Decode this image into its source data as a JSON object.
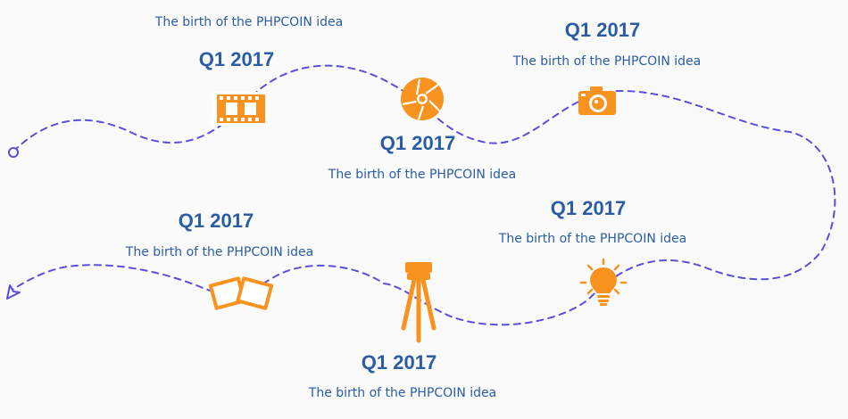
{
  "colors": {
    "path": "#5a4fdc",
    "icon": "#f7931e",
    "text": "#2a5da4",
    "background": "#fafafb"
  },
  "milestones": [
    {
      "date": "Q1 2017",
      "description": "The birth of the PHPCOIN idea",
      "icon": "film-strip-icon"
    },
    {
      "date": "Q1 2017",
      "description": "The birth of the PHPCOIN idea",
      "icon": "camera-aperture-icon"
    },
    {
      "date": "Q1 2017",
      "description": "The birth of the PHPCOIN idea",
      "icon": "photo-camera-icon"
    },
    {
      "date": "Q1 2017",
      "description": "The birth of the PHPCOIN idea",
      "icon": "light-bulb-icon"
    },
    {
      "date": "Q1 2017",
      "description": "The birth of the PHPCOIN idea",
      "icon": "tripod-icon"
    },
    {
      "date": "Q1 2017",
      "description": "The birth of the PHPCOIN idea",
      "icon": "photos-icon"
    }
  ]
}
